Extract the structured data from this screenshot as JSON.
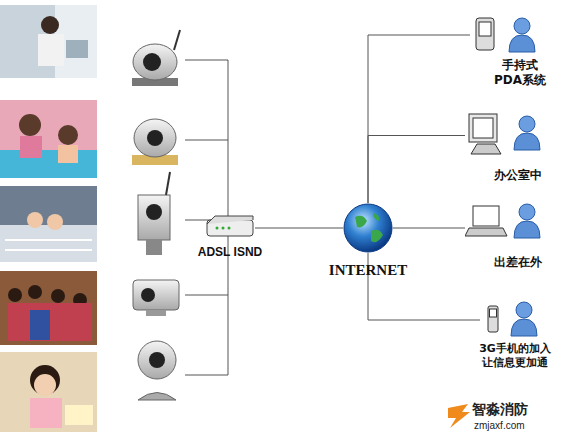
{
  "diagram": {
    "nodes": [
      {
        "text": [
          "ADSL ISND"
        ]
      },
      {
        "text": [
          "INTERNET"
        ]
      },
      {
        "text": [
          "手持式 PDA系统"
        ]
      },
      {
        "text": [
          "办公室中"
        ]
      },
      {
        "text": [
          "出差在外"
        ]
      },
      {
        "text": [
          "3G手机的加入 让信息更加通"
        ]
      }
    ],
    "edges": [
      {
        "from": 0,
        "to": 1,
        "arrow": "none"
      },
      {
        "from": 1,
        "to": 2,
        "arrow": "none"
      },
      {
        "from": 1,
        "to": 3,
        "arrow": "none"
      },
      {
        "from": 1,
        "to": 4,
        "arrow": "none"
      },
      {
        "from": 1,
        "to": 5,
        "arrow": "none"
      }
    ],
    "labels": [
      "智淼消防",
      "zmjaxf.com"
    ]
  }
}
